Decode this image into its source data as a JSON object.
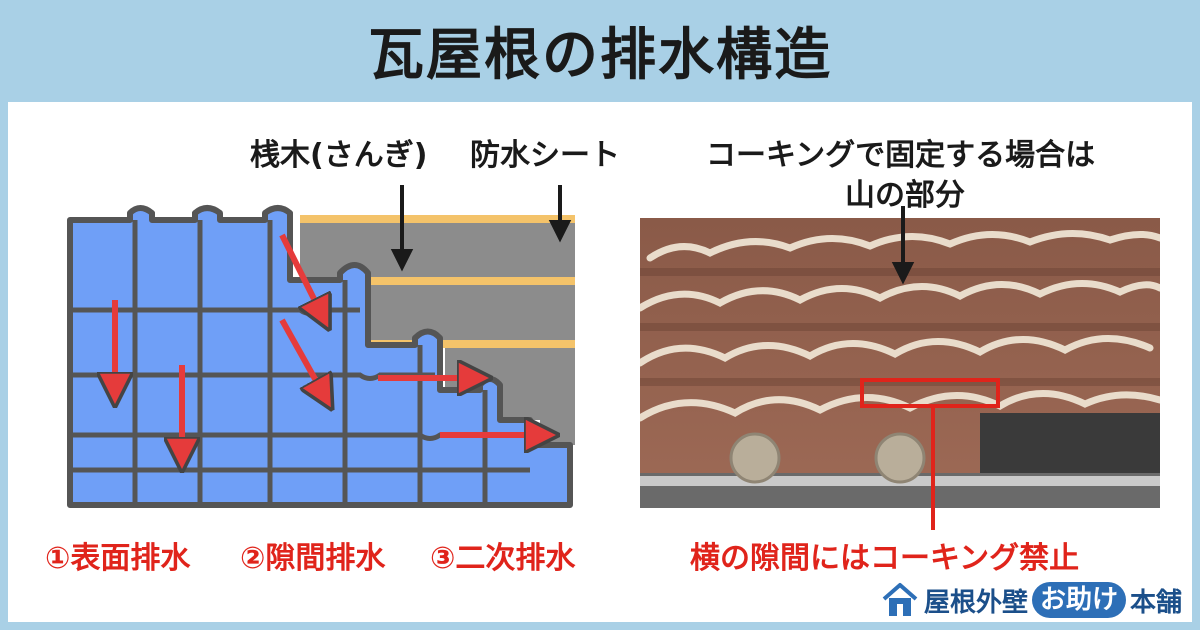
{
  "title": "瓦屋根の排水構造",
  "left": {
    "label_batten": "桟木(さんぎ)",
    "label_sheet": "防水シート",
    "label_surface": "①表面排水",
    "label_gap": "②隙間排水",
    "label_secondary": "③二次排水"
  },
  "right": {
    "label_caulk_line1": "コーキングで固定する場合は",
    "label_caulk_line2": "山の部分",
    "label_warning": "横の隙間にはコーキング禁止"
  },
  "brand": {
    "name_part1": "屋根外壁",
    "name_pill": "お助け",
    "name_part2": "本舗"
  },
  "colors": {
    "background": "#a9d0e6",
    "tile_blue": "#6f9ff7",
    "tile_outline": "#555555",
    "roof_sheet": "#8c8c8c",
    "batten": "#f4c36a",
    "arrow_red": "#e53b3b",
    "warning_red": "#e0241b",
    "brand_blue": "#2d6fb7"
  }
}
